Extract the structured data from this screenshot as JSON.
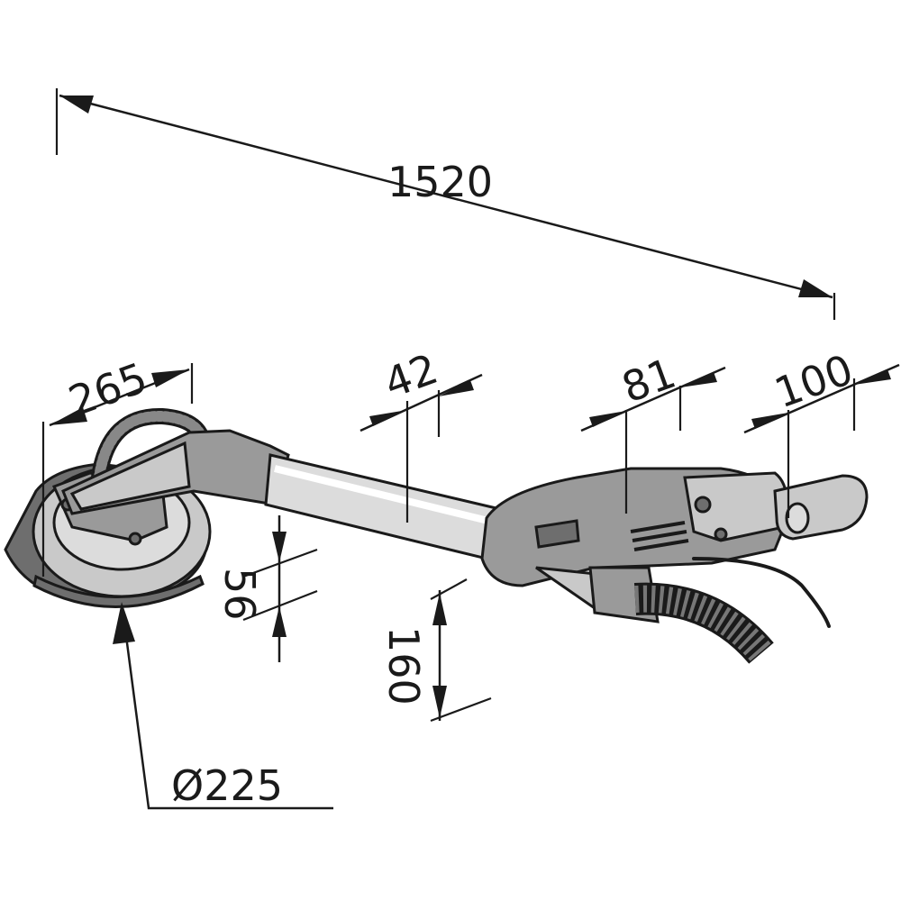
{
  "dimensions": {
    "overall_length": "1520",
    "head_width": "265",
    "tube_diameter": "42",
    "motor_width": "81",
    "handle_width": "100",
    "head_height": "56",
    "motor_height": "160",
    "disc_diameter": "Ø225"
  }
}
